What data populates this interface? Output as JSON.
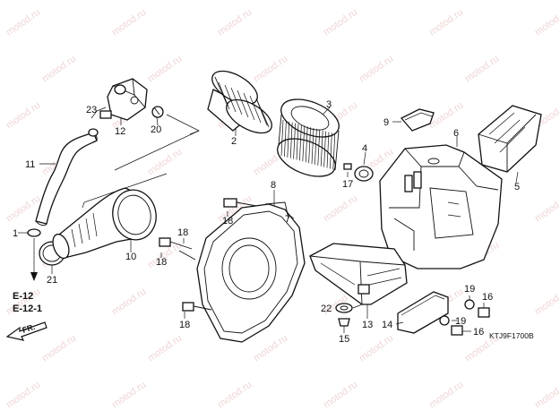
{
  "watermark": "motod.ru",
  "callouts": {
    "p1": "1",
    "p2": "2",
    "p3": "3",
    "p4": "4",
    "p5": "5",
    "p6": "6",
    "p7": "7",
    "p8": "8",
    "p9": "9",
    "p10": "10",
    "p11": "11",
    "p12": "12",
    "p13": "13",
    "p14": "14",
    "p15": "15",
    "p16a": "16",
    "p16b": "16",
    "p17": "17",
    "p18a": "18",
    "p18b": "18",
    "p18c": "18",
    "p18d": "18",
    "p19a": "19",
    "p19b": "19",
    "p20": "20",
    "p21": "21",
    "p22": "22",
    "p23": "23"
  },
  "refs": {
    "ref1": "E-12",
    "ref2": "E-12-1"
  },
  "direction": "FR.",
  "diagram_code": "KTJ9F1700B"
}
